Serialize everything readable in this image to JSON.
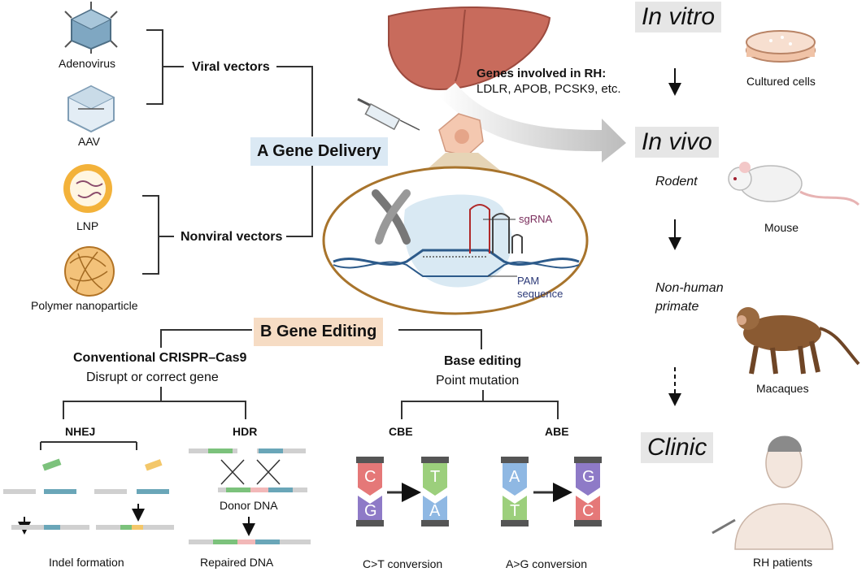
{
  "delivery": {
    "header": "A  Gene Delivery",
    "adenovirus": "Adenovirus",
    "aav": "AAV",
    "lnp": "LNP",
    "polymer": "Polymer nanoparticle",
    "viral": "Viral vectors",
    "nonviral": "Nonviral vectors",
    "genes_title": "Genes involved in RH:",
    "genes_list": "LDLR, APOB, PCSK9, etc.",
    "sgrna": "sgRNA",
    "pam1": "PAM",
    "pam2": "sequence"
  },
  "editing": {
    "header": "B  Gene Editing",
    "crispr_title": "Conventional CRISPR–Cas9",
    "crispr_sub": "Disrupt or correct gene",
    "base_title": "Base editing",
    "base_sub": "Point mutation",
    "nhej": "NHEJ",
    "hdr": "HDR",
    "cbe": "CBE",
    "abe": "ABE",
    "donor": "Donor DNA",
    "indel": "Indel formation",
    "repaired": "Repaired DNA",
    "ct_conv": "C>T conversion",
    "ag_conv": "A>G conversion",
    "cbe_before_top": "C",
    "cbe_before_bottom": "G",
    "cbe_after_top": "T",
    "cbe_after_bottom": "A",
    "abe_before_top": "A",
    "abe_before_bottom": "T",
    "abe_after_top": "G",
    "abe_after_bottom": "C"
  },
  "models": {
    "in_vitro": "In vitro",
    "cultured": "Cultured cells",
    "in_vivo": "In vivo",
    "rodent": "Rodent",
    "mouse": "Mouse",
    "nhp1": "Non-human",
    "nhp2": "primate",
    "macaques": "Macaques",
    "clinic": "Clinic",
    "patients": "RH patients"
  },
  "colors": {
    "delivery_bg": "#dbe9f4",
    "editing_bg": "#f6dcc4",
    "liver": "#c86b5c",
    "sgrna": "#7a2d5c",
    "pam": "#2c3a78"
  }
}
